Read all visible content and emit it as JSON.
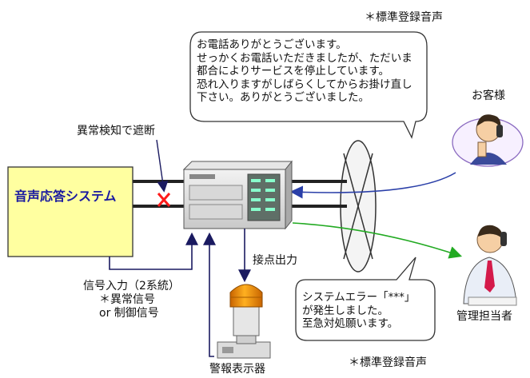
{
  "system_box": {
    "label": "音声応答システム"
  },
  "interrupt_label": "異常検知で遮断",
  "contact_output_label": "接点出力",
  "signal_input": {
    "line1": "信号入力（2系統）",
    "line2": "＊異常信号",
    "line3": "or 制御信号"
  },
  "alarm_label": "警報表示器",
  "customer_label": "お客様",
  "manager_label": "管理担当者",
  "customer_bubble": {
    "note": "＊標準登録音声",
    "lines": [
      "お電話ありがとうございます。",
      "せっかくお電話いただきましたが、ただいま",
      "都合によりサービスを停止しています。",
      "恐れ入りますがしばらくしてからお掛け直し",
      "下さい。ありがとうございました。"
    ]
  },
  "manager_bubble": {
    "note": "＊標準登録音声",
    "lines": [
      "システムエラー「***」",
      "が発生しました。",
      "至急対処願います。"
    ]
  },
  "colors": {
    "system_box_fill": "#ffffa0",
    "system_box_text": "#1a1aa0",
    "customer_line": "#2a3fa8",
    "manager_line": "#22aa22",
    "interrupt_mark": "#ff1a1a",
    "lamp": "#f08a00"
  }
}
